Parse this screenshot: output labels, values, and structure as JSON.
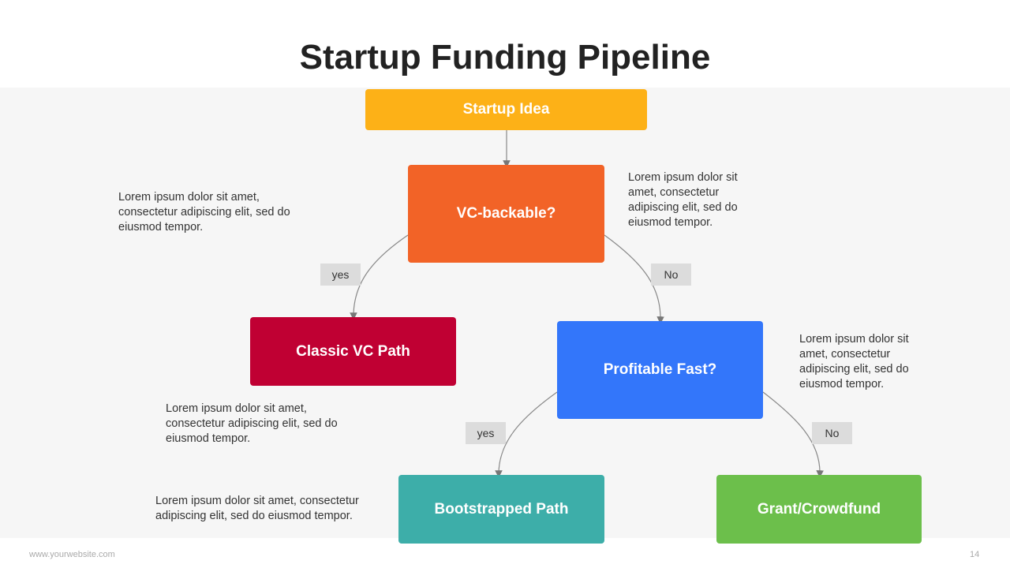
{
  "title": "Startup Funding Pipeline",
  "nodes": {
    "idea": "Startup Idea",
    "vc": "VC-backable?",
    "classic": "Classic VC Path",
    "profit": "Profitable Fast?",
    "boot": "Bootstrapped Path",
    "grant": "Grant/Crowdfund"
  },
  "labels": {
    "yes1": "yes",
    "no1": "No",
    "yes2": "yes",
    "no2": "No"
  },
  "notes": {
    "n1": "Lorem ipsum dolor sit amet, consectetur adipiscing elit, sed do eiusmod tempor.",
    "n2": "Lorem ipsum dolor sit amet, consectetur adipiscing elit, sed do eiusmod tempor.",
    "n3": "Lorem ipsum dolor sit amet, consectetur adipiscing elit, sed do eiusmod tempor.",
    "n4": "Lorem ipsum dolor sit amet, consectetur adipiscing elit, sed do eiusmod tempor.",
    "n5": "Lorem ipsum dolor sit amet, consectetur adipiscing elit, sed do eiusmod tempor."
  },
  "footer": {
    "website": "www.yourwebsite.com",
    "page": "14"
  },
  "colors": {
    "idea": "#fdb117",
    "vc": "#f26327",
    "classic": "#c00033",
    "profit": "#3376fa",
    "boot": "#3daea9",
    "grant": "#6cbf4b"
  }
}
